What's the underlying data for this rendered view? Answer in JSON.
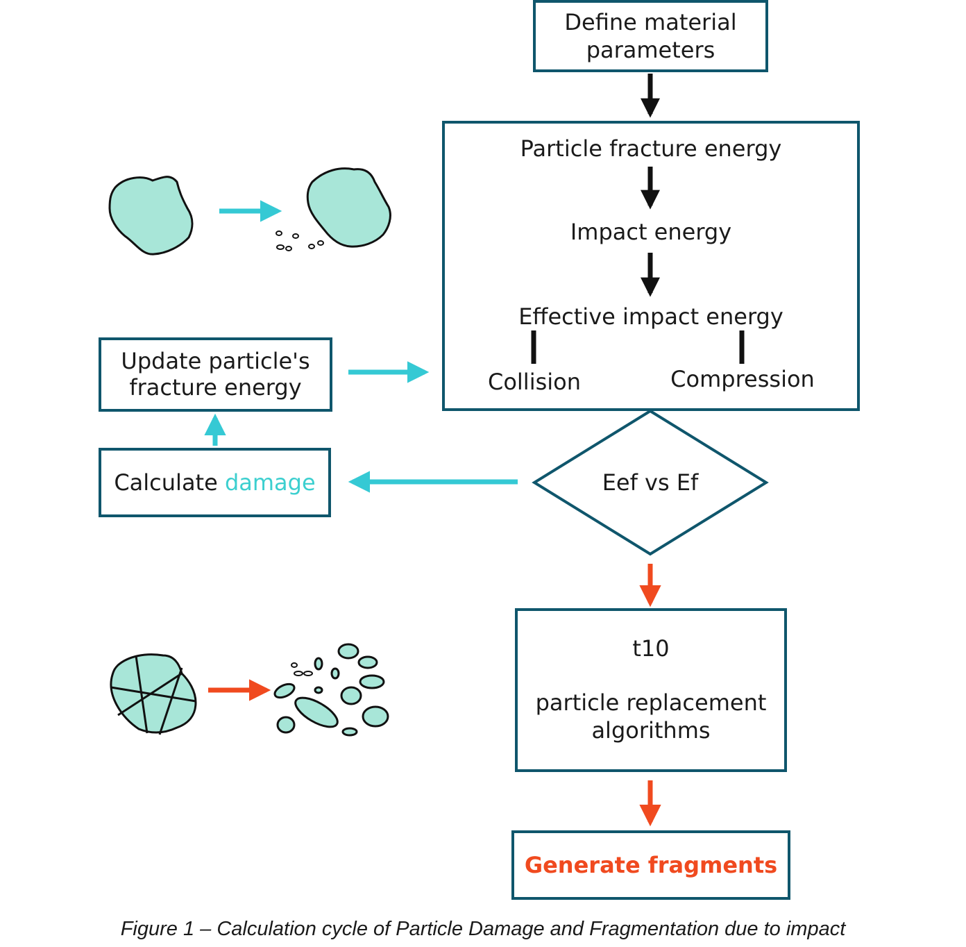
{
  "nodes": {
    "define": {
      "line1": "Define material",
      "line2": "parameters"
    },
    "energy_block": {
      "fracture": "Particle fracture energy",
      "impact": "Impact energy",
      "effective": "Effective impact energy",
      "collision": "Collision",
      "compression": "Compression"
    },
    "decision": "Eef vs Ef",
    "update": {
      "line1": "Update particle's",
      "line2": "fracture energy"
    },
    "calculate": {
      "prefix": "Calculate ",
      "highlight": "damage"
    },
    "t10": {
      "line1": "t10",
      "line2": "particle replacement",
      "line3": "algorithms"
    },
    "generate": "Generate fragments"
  },
  "caption": "Figure 1 – Calculation cycle of Particle Damage and Fragmentation due to impact",
  "colors": {
    "box_border": "#0f566c",
    "cyan_arrow": "#35c9d4",
    "orange_arrow": "#f04a1f",
    "particle_fill": "#a8e6d8"
  }
}
